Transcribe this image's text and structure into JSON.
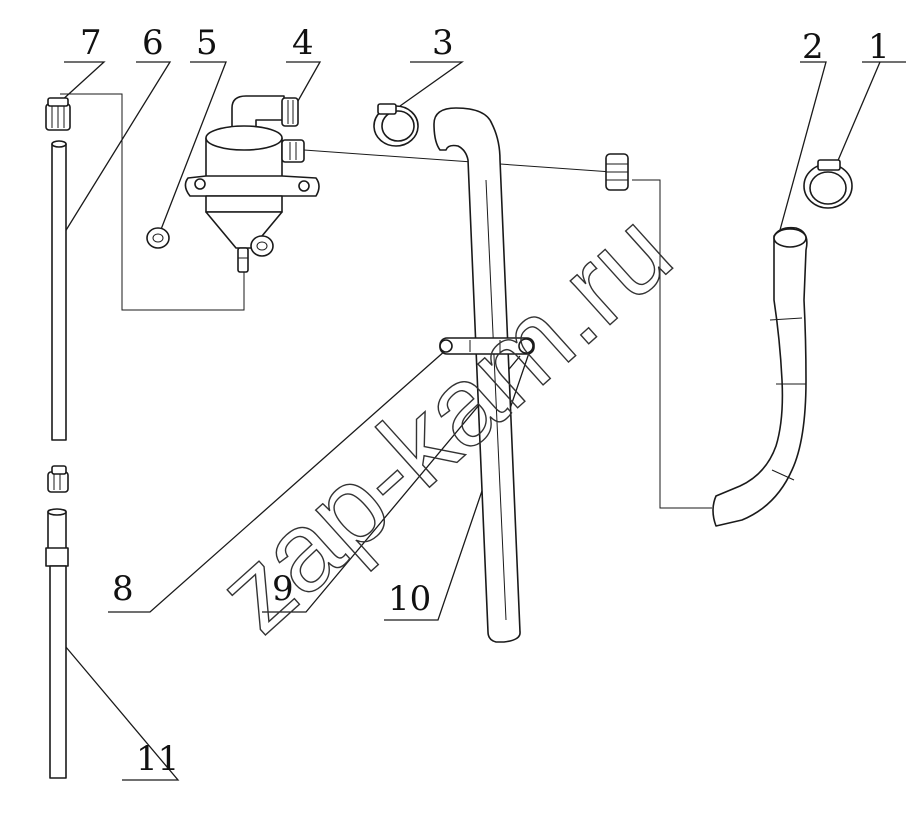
{
  "watermark": "zap-kam.ru",
  "labels": {
    "l1": "1",
    "l2": "2",
    "l3": "3",
    "l4": "4",
    "l5": "5",
    "l6": "6",
    "l7": "7",
    "l8": "8",
    "l9": "9",
    "l10": "10",
    "l11": "11"
  },
  "colors": {
    "ink": "#1a1a1a",
    "background": "#ffffff"
  }
}
